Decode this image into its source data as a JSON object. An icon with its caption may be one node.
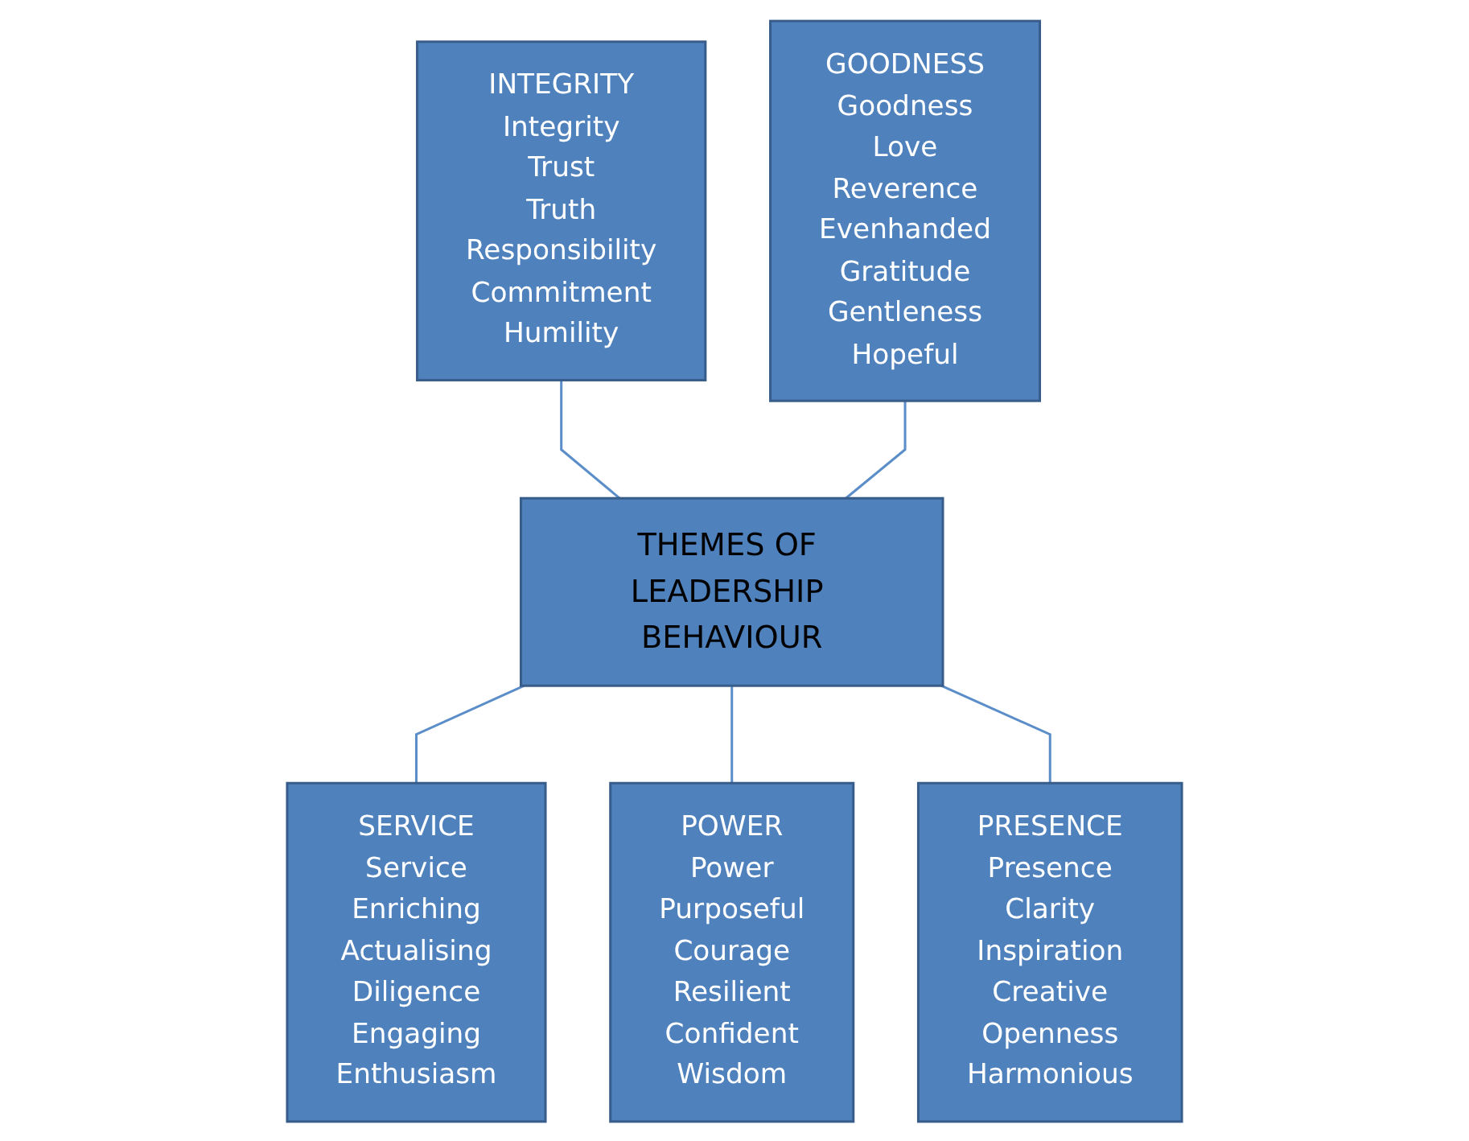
{
  "diagram": {
    "nodes": [
      {
        "text": [
          "INTEGRITY",
          "Integrity",
          "Trust",
          "Truth",
          "Responsibility",
          "Commitment",
          "Humility"
        ]
      },
      {
        "text": [
          "GOODNESS",
          "Goodness",
          "Love",
          "Reverence",
          "Evenhanded",
          "Gratitude",
          "Gentleness",
          "Hopeful"
        ]
      },
      {
        "text": [
          "THEMES OF LEADERSHIP BEHAVIOUR"
        ]
      },
      {
        "text": [
          "SERVICE",
          "Service",
          "Enriching",
          "Actualising",
          "Diligence",
          "Engaging",
          "Enthusiasm"
        ]
      },
      {
        "text": [
          "PRESENCE",
          "Presence",
          "Clarity",
          "Inspiration",
          "Creative",
          "Openness",
          "Harmonious"
        ]
      },
      {
        "text": [
          "POWER",
          "Power",
          "Purposeful",
          "Courage",
          "Resilient",
          "Confident",
          "Wisdom"
        ]
      }
    ],
    "edges": [
      {
        "from": 0,
        "to": 2,
        "arrow": "none"
      },
      {
        "from": 1,
        "to": 2,
        "arrow": "none"
      },
      {
        "from": 2,
        "to": 3,
        "arrow": "none"
      },
      {
        "from": 2,
        "to": 5,
        "arrow": "none"
      },
      {
        "from": 2,
        "to": 4,
        "arrow": "none"
      }
    ]
  }
}
